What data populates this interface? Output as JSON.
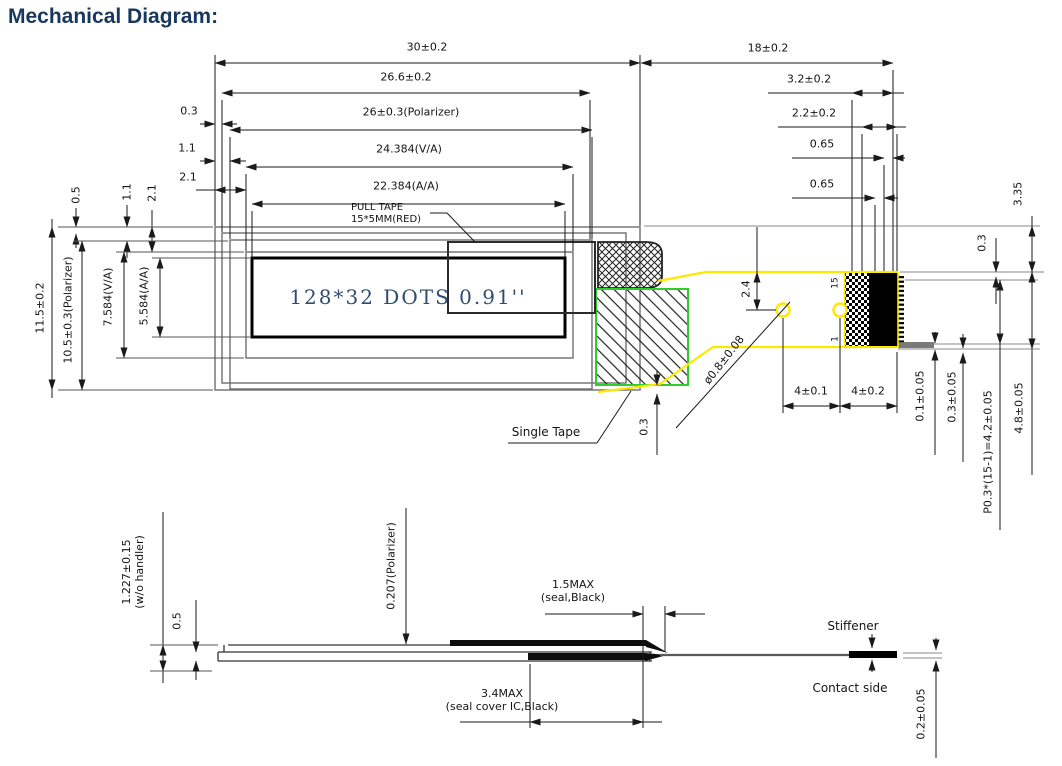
{
  "title": "Mechanical Diagram:",
  "colors": {
    "heading": "#17375e",
    "fpc_yellow": "#ffe800",
    "tape_green": "#2ecc2e",
    "display_text": "#2f4d6e"
  },
  "top_view": {
    "horizontal_dims": {
      "overall": "30±0.2",
      "inner": "26.6±0.2",
      "polarizer": "26±0.3(Polarizer)",
      "va": "24.384(V/A)",
      "aa": "22.384(A/A)",
      "off03": "0.3",
      "off11": "1.1",
      "off21": "2.1"
    },
    "vertical_dims": {
      "v05": "0.5",
      "v11": "1.1",
      "v21": "2.1",
      "overall": "11.5±0.2",
      "polarizer": "10.5±0.3(Polarizer)",
      "va": "7.584(V/A)",
      "aa": "5.584(A/A)"
    },
    "display_text": "128*32 DOTS 0.91''",
    "pull_tape_label": "PULL TAPE\n15*5MM(RED)",
    "single_tape_label": "Single Tape",
    "tape_gap": "0.3",
    "fpc": {
      "d18": "18±0.2",
      "d32": "3.2±0.2",
      "d22": "2.2±0.2",
      "d065a": "0.65",
      "d065b": "0.65",
      "d335": "3.35",
      "d03": "0.3",
      "d24": "2.4",
      "hole": "ø0.8±0.08",
      "d4a": "4±0.1",
      "d4b": "4±0.2",
      "pin_top": "15",
      "pin_bottom": "1",
      "d01": "0.1±0.05",
      "d03b": "0.3±0.05",
      "pitch": "P0.3*(15-1)=4.2±0.05",
      "d48": "4.8±0.05"
    }
  },
  "side_view": {
    "thickness": "1.227±0.15\n(w/o handler)",
    "d05": "0.5",
    "polarizer": "0.207(Polarizer)",
    "seal": "1.5MAX\n(seal,Black)",
    "seal_ic": "3.4MAX\n(seal cover IC,Black)",
    "stiffener": "Stiffener",
    "contact": "Contact side",
    "d02": "0.2±0.05"
  }
}
